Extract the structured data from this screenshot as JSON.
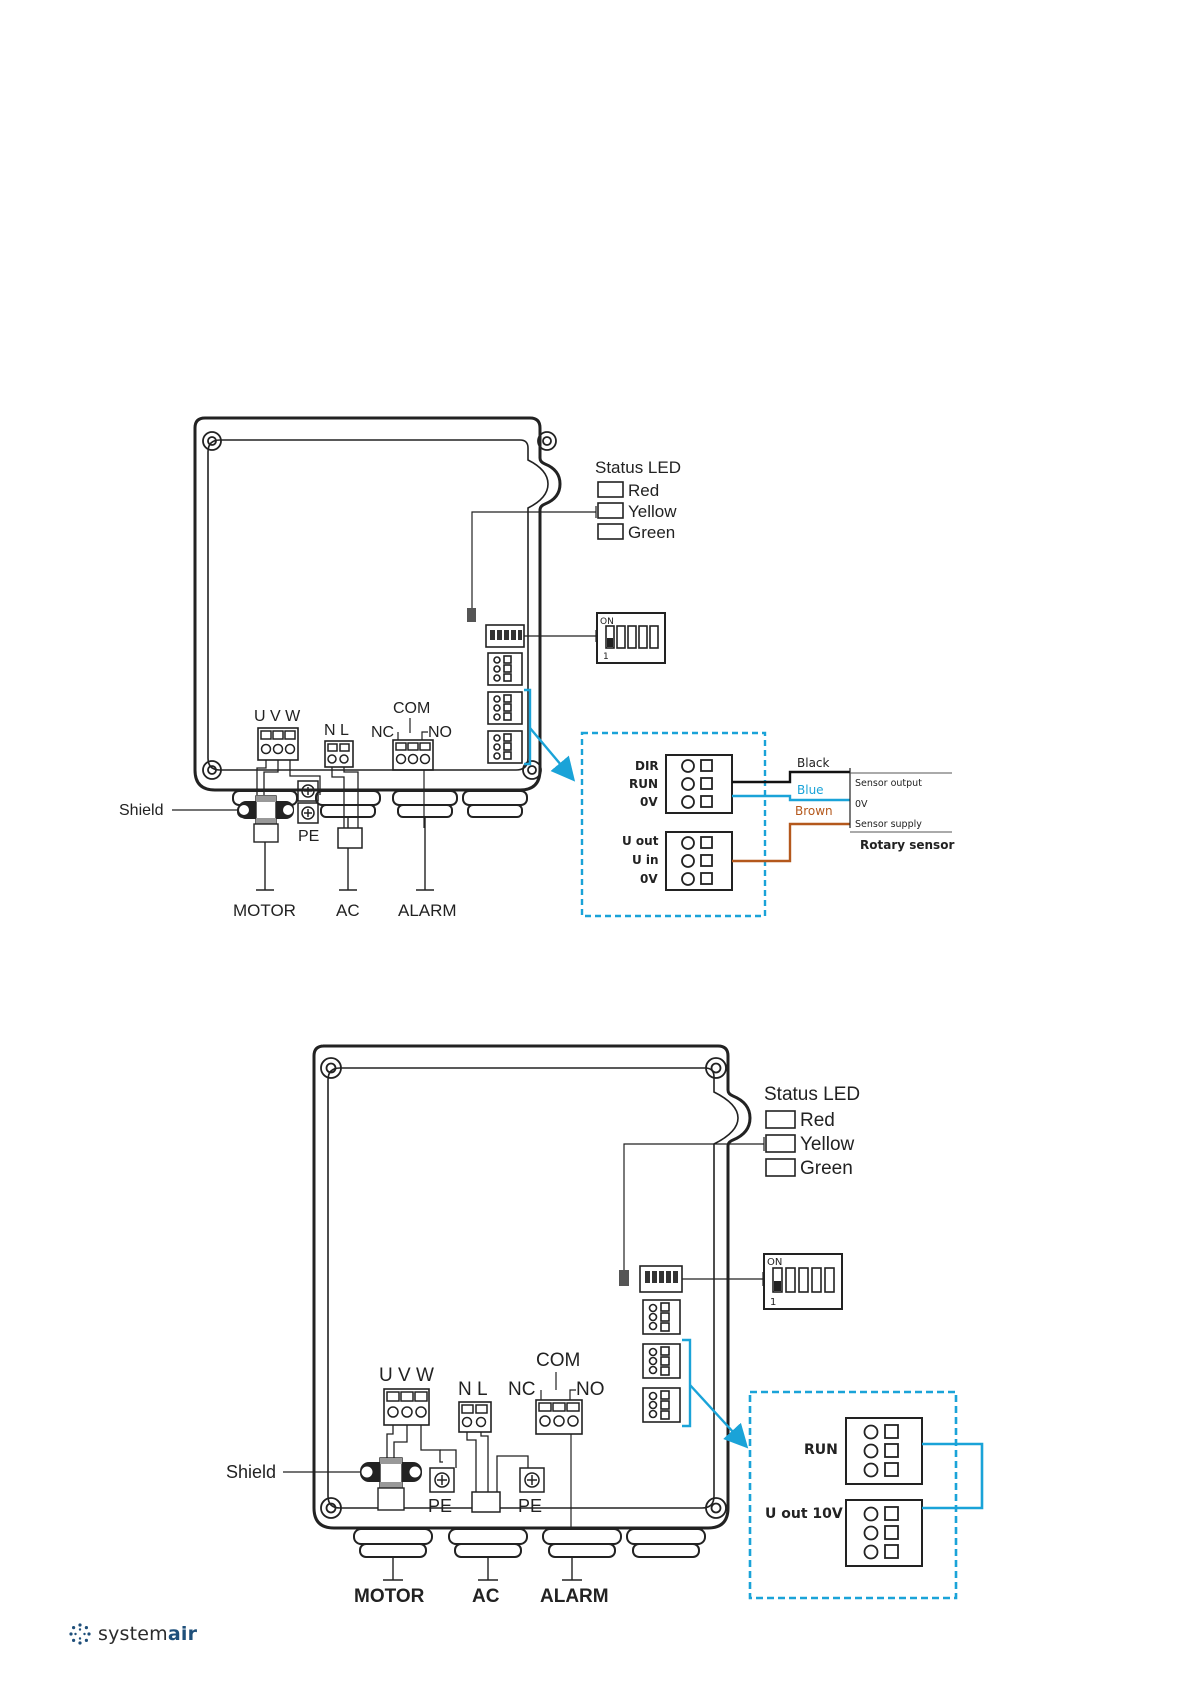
{
  "diagram1": {
    "status_led": {
      "title": "Status LED",
      "red": "Red",
      "yellow": "Yellow",
      "green": "Green"
    },
    "dip": {
      "on": "ON",
      "one": "1"
    },
    "motor_terminal": "U V W",
    "ac_terminal": "N L",
    "alarm_com": "COM",
    "alarm_nc": "NC",
    "alarm_no": "NO",
    "shield": "Shield",
    "pe": "PE",
    "bottom_labels": {
      "motor": "MOTOR",
      "ac": "AC",
      "alarm": "ALARM"
    },
    "detail": {
      "dir": "DIR",
      "run": "RUN",
      "zero_v_a": "0V",
      "u_out": "U out",
      "u_in": "U in",
      "zero_v_b": "0V"
    },
    "wires": {
      "black": "Black",
      "blue": "Blue",
      "brown": "Brown"
    },
    "sensor": {
      "output": "Sensor output",
      "zero_v": "0V",
      "supply": "Sensor supply",
      "name": "Rotary sensor"
    },
    "colors": {
      "accent": "#1aa3d8",
      "blue_wire": "#1aa3d8",
      "brown_wire": "#b4581c",
      "black_wire": "#111111"
    }
  },
  "diagram2": {
    "status_led": {
      "title": "Status LED",
      "red": "Red",
      "yellow": "Yellow",
      "green": "Green"
    },
    "dip": {
      "on": "ON",
      "one": "1"
    },
    "motor_terminal": "U V W",
    "ac_terminal": "N L",
    "alarm_com": "COM",
    "alarm_nc": "NC",
    "alarm_no": "NO",
    "shield": "Shield",
    "pe_a": "PE",
    "pe_b": "PE",
    "bottom_labels": {
      "motor": "MOTOR",
      "ac": "AC",
      "alarm": "ALARM"
    },
    "detail": {
      "run": "RUN",
      "u_out": "U out 10V"
    }
  },
  "footer": {
    "brand_light": "system",
    "brand_bold": "air"
  }
}
